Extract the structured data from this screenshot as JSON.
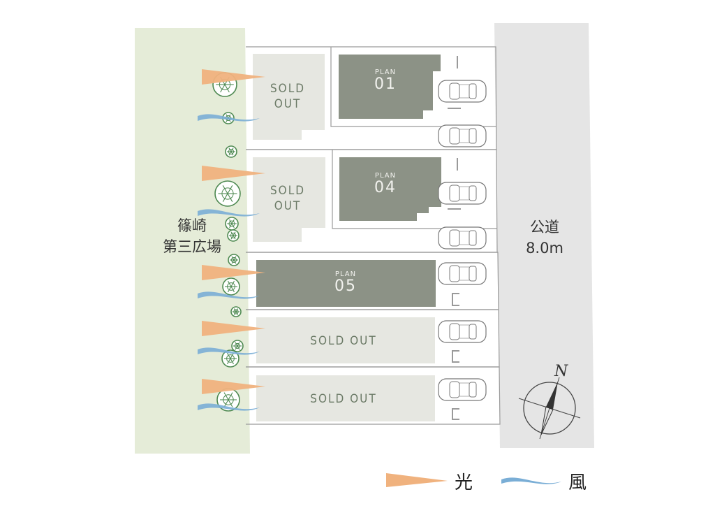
{
  "park": {
    "line1": "篠崎",
    "line2": "第三広場",
    "color": "#e5ecd8"
  },
  "road": {
    "line1": "公道",
    "line2": "8.0m",
    "color": "#e5e5e5"
  },
  "lots": {
    "sold_1": {
      "line1": "SOLD",
      "line2": "OUT"
    },
    "sold_2": {
      "line1": "SOLD",
      "line2": "OUT"
    },
    "sold_3": {
      "text": "SOLD OUT"
    },
    "sold_4": {
      "text": "SOLD OUT"
    }
  },
  "plans": [
    {
      "word": "PLAN",
      "num": "01"
    },
    {
      "word": "PLAN",
      "num": "04"
    },
    {
      "word": "PLAN",
      "num": "05"
    }
  ],
  "compass": {
    "north_label": "N"
  },
  "legend": {
    "light_label": "光",
    "wind_label": "風"
  },
  "colors": {
    "plan_fill": "#8c9286",
    "sold_fill": "#e6e7e1",
    "light": "#f0b27e",
    "wind": "#7aaed6",
    "tree": "#4f8a52"
  }
}
